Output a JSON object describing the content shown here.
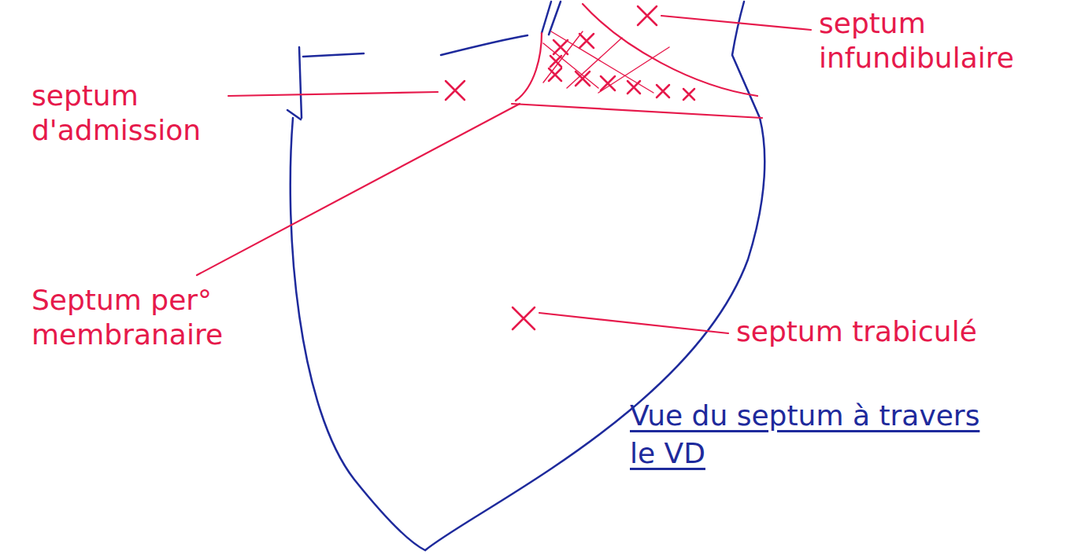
{
  "diagram": {
    "caption": "Vue du septum à travers le VD",
    "labels": [
      "septum d'admission",
      "septum infundibulaire",
      "Septum per° membranaire",
      "septum trabiculé"
    ]
  }
}
